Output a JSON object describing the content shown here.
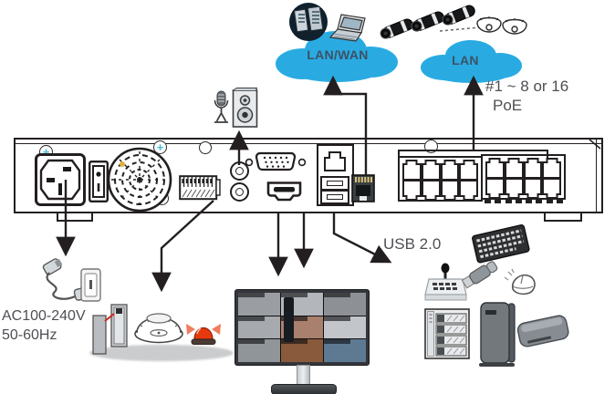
{
  "colors": {
    "cloud_blue": "#29ABE2",
    "cloud_text": "#3D5166",
    "label_text": "#4D4F53",
    "line": "#231F20",
    "alarm_red": "#E8380D",
    "screw_accent": "#45BDD4"
  },
  "clouds": {
    "lan_wan": {
      "label": "LAN/WAN"
    },
    "lan": {
      "label": "LAN"
    }
  },
  "labels": {
    "poe_line1": "#1 ~ 8 or 16",
    "poe_line2": "PoE",
    "usb": "USB 2.0",
    "ac_line1": "AC100-240V",
    "ac_line2": "50-60Hz"
  },
  "panel": {
    "poe_groups": 2,
    "poe_ports_per_group": 8,
    "usb_ports": 2,
    "audio_jacks": 2
  },
  "icons": [
    "viewing-clients-icon",
    "laptop-icon",
    "bullet-camera-icon",
    "dome-camera-icon",
    "microphone-icon",
    "speaker-icon",
    "power-cord-icon",
    "wall-outlet-icon",
    "door-sensor-icon",
    "smoke-detector-icon",
    "alarm-light-icon",
    "monitor-video-wall-icon",
    "ptz-keyboard-icon",
    "keyboard-icon",
    "usb-flash-drive-icon",
    "mouse-icon",
    "nas-storage-icon",
    "tower-drive-icon",
    "external-hdd-icon"
  ]
}
